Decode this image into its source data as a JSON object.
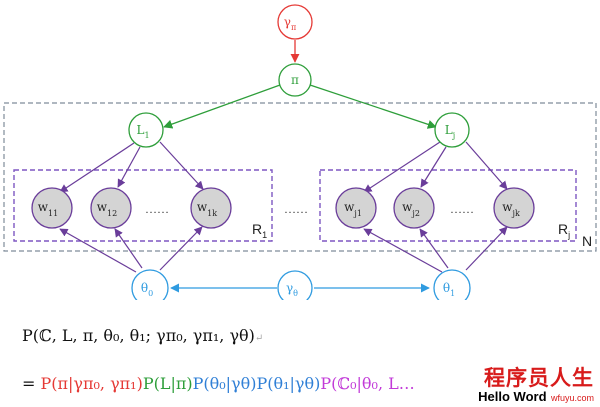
{
  "nodes": {
    "gamma_pi": {
      "main": "γ",
      "sub": "π"
    },
    "pi": {
      "main": "π"
    },
    "L1": {
      "main": "L",
      "sub": "1"
    },
    "Lj": {
      "main": "L",
      "sub": "j"
    },
    "w11": {
      "main": "w",
      "sub": "11"
    },
    "w12": {
      "main": "w",
      "sub": "12"
    },
    "w1k": {
      "main": "w",
      "sub": "1k"
    },
    "wj1": {
      "main": "w",
      "sub": "j1"
    },
    "wj2": {
      "main": "w",
      "sub": "j2"
    },
    "wjk": {
      "main": "w",
      "sub": "jk"
    },
    "theta0": {
      "main": "θ",
      "sub": "0"
    },
    "theta1": {
      "main": "θ",
      "sub": "1"
    },
    "gamma_theta": {
      "main": "γ",
      "sub": "θ"
    }
  },
  "ellipsis": "……",
  "plates": {
    "R1": {
      "main": "R",
      "sub": "1"
    },
    "Rj": {
      "main": "R",
      "sub": "j"
    },
    "N": "N"
  },
  "colors": {
    "red": "#e53935",
    "green": "#2e9e3a",
    "purple": "#6a3d9a",
    "blue": "#2f9be0",
    "plate_gray": "#7f8c9a",
    "plate_purple": "#7e57c2",
    "node_fill": "#d4d4d4"
  },
  "equation": {
    "line1": "P(ℂ, L, π, θ₀, θ₁; γπ₀, γπ₁, γθ)",
    "line1_mark": "↵",
    "line2_prefix": "=",
    "term_pi": "P(π|γπ₀, γπ₁)",
    "term_L": "P(L|π)",
    "term_theta0": "P(θ₀|γθ)",
    "term_theta1": "P(θ₁|γθ)",
    "term_C": "P(ℂ₀|θ₀, L",
    "term_C_tail": "…"
  },
  "watermark": {
    "cn": "程序员人生",
    "en": "Hello Word",
    "site": "wfuyu.com"
  }
}
